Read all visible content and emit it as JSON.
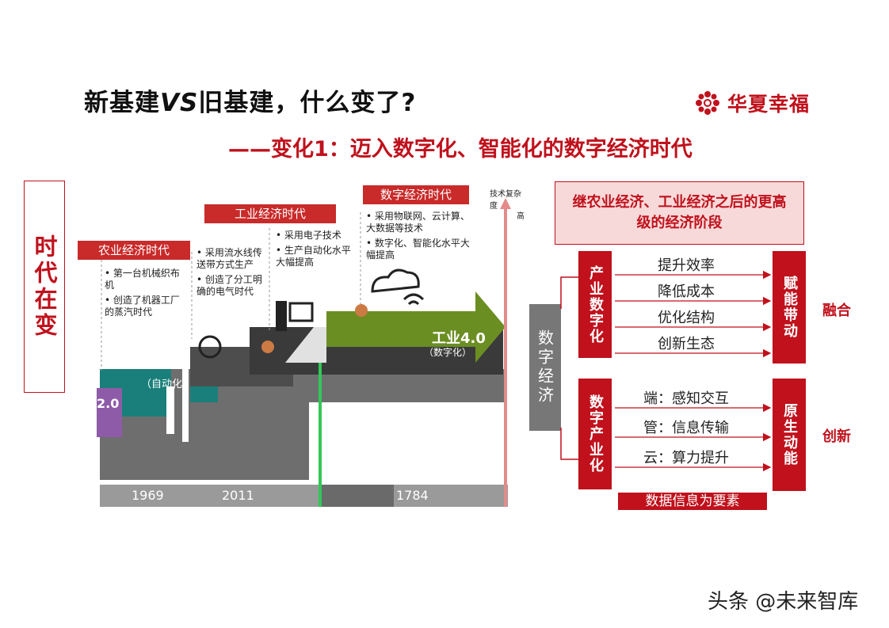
{
  "header": {
    "title_part1": "新基建",
    "title_vs": "VS",
    "title_part2": "旧基建，什么变了?",
    "subtitle": "——变化1：迈入数字化、智能化的数字经济时代",
    "logo_text": "华夏幸福"
  },
  "era_box": "时代在变",
  "timeline": {
    "axis_label": "技术复杂度",
    "axis_high": "高",
    "eras": [
      {
        "name": "农业经济时代",
        "bullets": [
          "第一台机械织布机",
          "创造了机器工厂的蒸汽时代"
        ]
      },
      {
        "name": "工业经济时代",
        "bullets": [
          "采用流水线传送带方式生产",
          "创造了分工明确的电气时代"
        ]
      },
      {
        "name": "",
        "bullets": [
          "采用电子技术",
          "生产自动化水平大幅提高"
        ]
      },
      {
        "name": "数字经济时代",
        "bullets": [
          "采用物联网、云计算、大数据等技术",
          "数字化、智能化水平大幅提高"
        ]
      }
    ],
    "arrow_label": "工业4.0",
    "arrow_sub": "（数字化）",
    "left_label": "2.0",
    "left_sub": "（自动化）",
    "years": [
      "1969",
      "2011",
      "1784"
    ]
  },
  "right": {
    "header": "继农业经济、工业经济之后的更高级的经济阶段",
    "digital_economy": "数字经济",
    "industry_digitalization": "产业数字化",
    "digital_industrialization": "数字产业化",
    "empower": "赋能带动",
    "native": "原生动能",
    "top_items": [
      "提升效率",
      "降低成本",
      "优化结构",
      "创新生态"
    ],
    "bottom_items": [
      "端：感知交互",
      "管：信息传输",
      "云：算力提升"
    ],
    "data_element": "数据信息为要素",
    "fusion": "融合",
    "innovation": "创新"
  },
  "footer": "头条 @未来智库",
  "colors": {
    "brand_red": "#c0111c",
    "olive": "#6b8e23",
    "teal": "#1a7f7a",
    "purple": "#8e5ba8"
  }
}
